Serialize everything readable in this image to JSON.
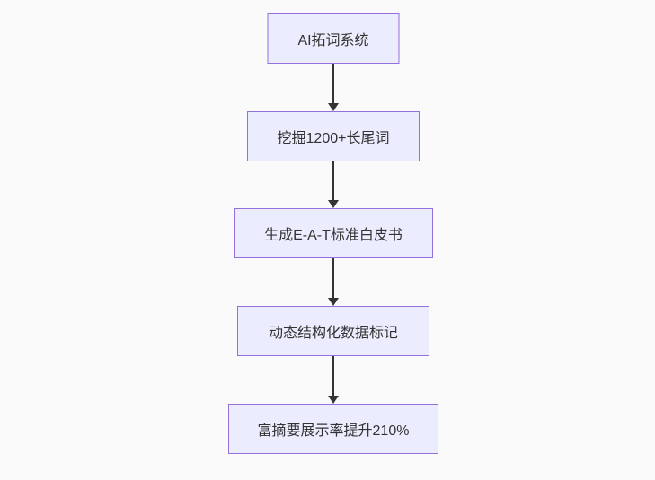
{
  "flowchart": {
    "type": "flowchart-top-down",
    "colors": {
      "background": "#fafafa",
      "node_fill": "#ECECFF",
      "node_border": "#9370DB",
      "text": "#333333",
      "edge": "#333333"
    },
    "nodes": [
      {
        "id": "ai-keyword-system",
        "label": "AI拓词系统"
      },
      {
        "id": "longtail-mining",
        "label": "挖掘1200+长尾词"
      },
      {
        "id": "eat-whitepaper",
        "label": "生成E-A-T标准白皮书"
      },
      {
        "id": "structured-data",
        "label": "动态结构化数据标记"
      },
      {
        "id": "rich-snippet-result",
        "label": "富摘要展示率提升210%"
      }
    ],
    "edges": [
      {
        "from": "ai-keyword-system",
        "to": "longtail-mining",
        "arrow": "down"
      },
      {
        "from": "longtail-mining",
        "to": "eat-whitepaper",
        "arrow": "down"
      },
      {
        "from": "eat-whitepaper",
        "to": "structured-data",
        "arrow": "down"
      },
      {
        "from": "structured-data",
        "to": "rich-snippet-result",
        "arrow": "down"
      }
    ]
  }
}
